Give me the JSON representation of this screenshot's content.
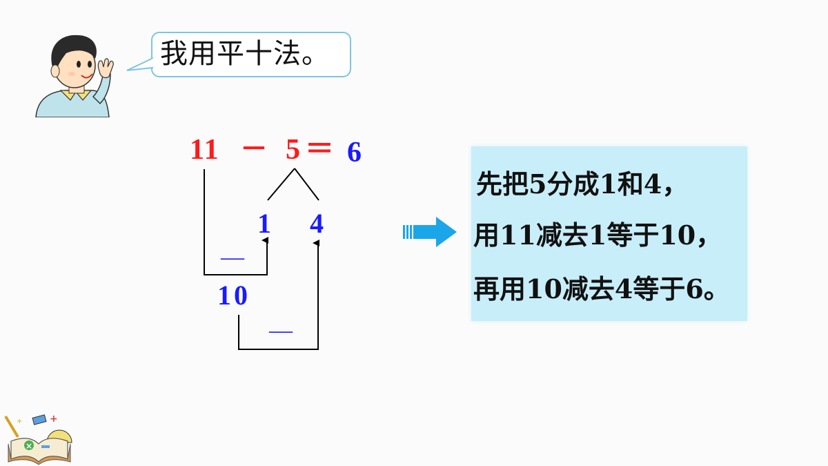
{
  "speech": {
    "text": "我用平十法。"
  },
  "equation": {
    "minuend": "11",
    "minus": "－",
    "subtrahend": "5",
    "equals": "＝",
    "result": "6"
  },
  "decomposition": {
    "part_a": "1",
    "part_b": "4",
    "step1_minus": "—",
    "intermediate": "10",
    "step2_minus": "—"
  },
  "explanation": {
    "lines": [
      "先把5分成1和4，",
      "用11减去1等于10，",
      "再用10减去4等于6。"
    ]
  },
  "colors": {
    "red": "#ff1a1a",
    "blue": "#1a1aff",
    "panel": "#c8eefa",
    "arrow": "#1aa6e8"
  }
}
